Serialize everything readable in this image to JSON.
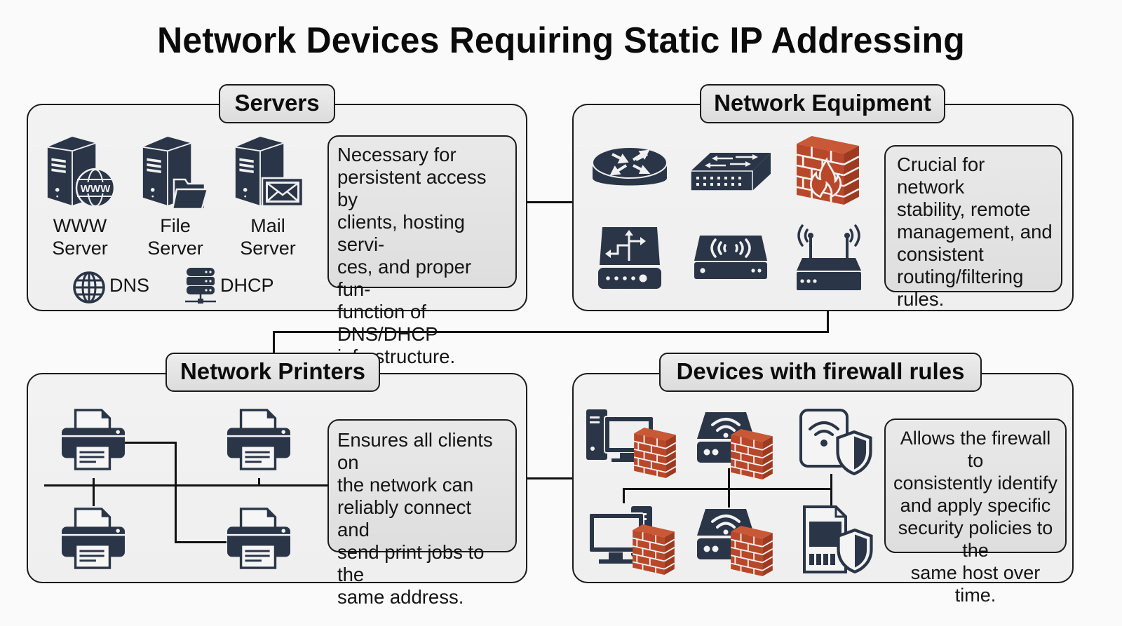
{
  "title": "Network Devices Requiring Static IP Addressing",
  "colors": {
    "icon_navy": "#2a3547",
    "brick": "#b9482a",
    "panel_bg": "#f0f0f0",
    "label_bg": "#e2e2e2",
    "border": "#1b1b1b"
  },
  "panels": {
    "servers": {
      "label": "Servers",
      "items": [
        {
          "icon": "www-server-icon",
          "line1": "WWW",
          "line2": "Server"
        },
        {
          "icon": "file-server-icon",
          "line1": "File",
          "line2": "Server"
        },
        {
          "icon": "mail-server-icon",
          "line1": "Mail",
          "line2": "Server"
        }
      ],
      "services": [
        {
          "icon": "globe-icon",
          "label": "DNS"
        },
        {
          "icon": "database-network-icon",
          "label": "DHCP"
        }
      ],
      "description": "Necessary for persistent access by clients, hosting servi-ces, and proper fun-function of DNS/DHCP infrastructure.",
      "description_lines": [
        "Necessary for",
        "persistent access by",
        "clients, hosting servi-",
        "ces, and proper fun-",
        "function of DNS/DHCP",
        "infrastructure."
      ]
    },
    "network_equipment": {
      "label": "Network Equipment",
      "devices": [
        "router-icon",
        "switch-icon",
        "firewall-icon",
        "layer3-switch-icon",
        "wireless-access-point-icon",
        "wifi-router-icon"
      ],
      "description_lines": [
        "Crucial for network",
        "stability, remote",
        "management, and",
        "consistent",
        "routing/filtering",
        "rules."
      ]
    },
    "network_printers": {
      "label": "Network Printers",
      "printer_count": 4,
      "description_lines": [
        "Ensures all clients on",
        "the network can",
        "reliably connect and",
        "send print jobs to the",
        "same address."
      ]
    },
    "firewall_devices": {
      "label": "Devices with firewall rules",
      "devices": [
        "desktop-firewall-icon",
        "nas-firewall-icon",
        "iot-shield-icon",
        "desktop-firewall-icon",
        "nas-firewall-icon",
        "mobile-shield-icon"
      ],
      "description_lines": [
        "Allows the firewall to",
        "consistently identify",
        "and apply specific",
        "security policies to the",
        "same host over time."
      ]
    }
  }
}
